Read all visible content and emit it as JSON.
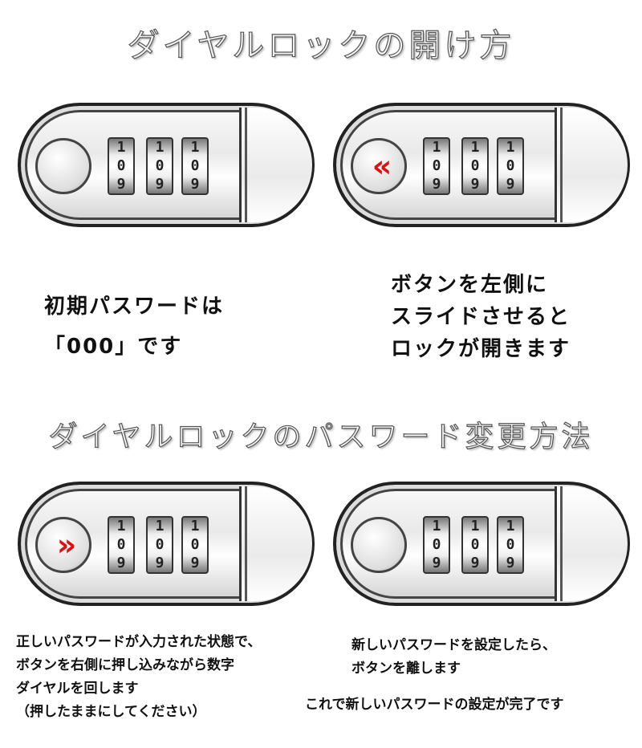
{
  "titles": {
    "open": "ダイヤルロックの開け方",
    "change": "ダイヤルロックのパスワード変更方法"
  },
  "dial_digits": [
    "1",
    "0",
    "9"
  ],
  "colors": {
    "arrow": "#e01010"
  },
  "locks": [
    {
      "arrow": "none"
    },
    {
      "arrow": "left-chevron-icon",
      "glyph": "«"
    },
    {
      "arrow": "right-chevron-icon",
      "glyph": "»"
    },
    {
      "arrow": "none"
    }
  ],
  "open_section": {
    "initial_password": [
      "初期パスワードは",
      "「000」です"
    ],
    "slide_instruction": [
      "ボタンを左側に",
      "スライドさせると",
      "ロックが開きます"
    ]
  },
  "change_section": {
    "step1": [
      "正しいパスワードが入力された状態で、",
      "ボタンを右側に押し込みながら数字",
      "ダイヤルを回します",
      "（押したままにしてください）"
    ],
    "step2": [
      "新しいパスワードを設定したら、",
      "ボタンを離します"
    ],
    "complete": "これで新しいパスワードの設定が完了です"
  }
}
